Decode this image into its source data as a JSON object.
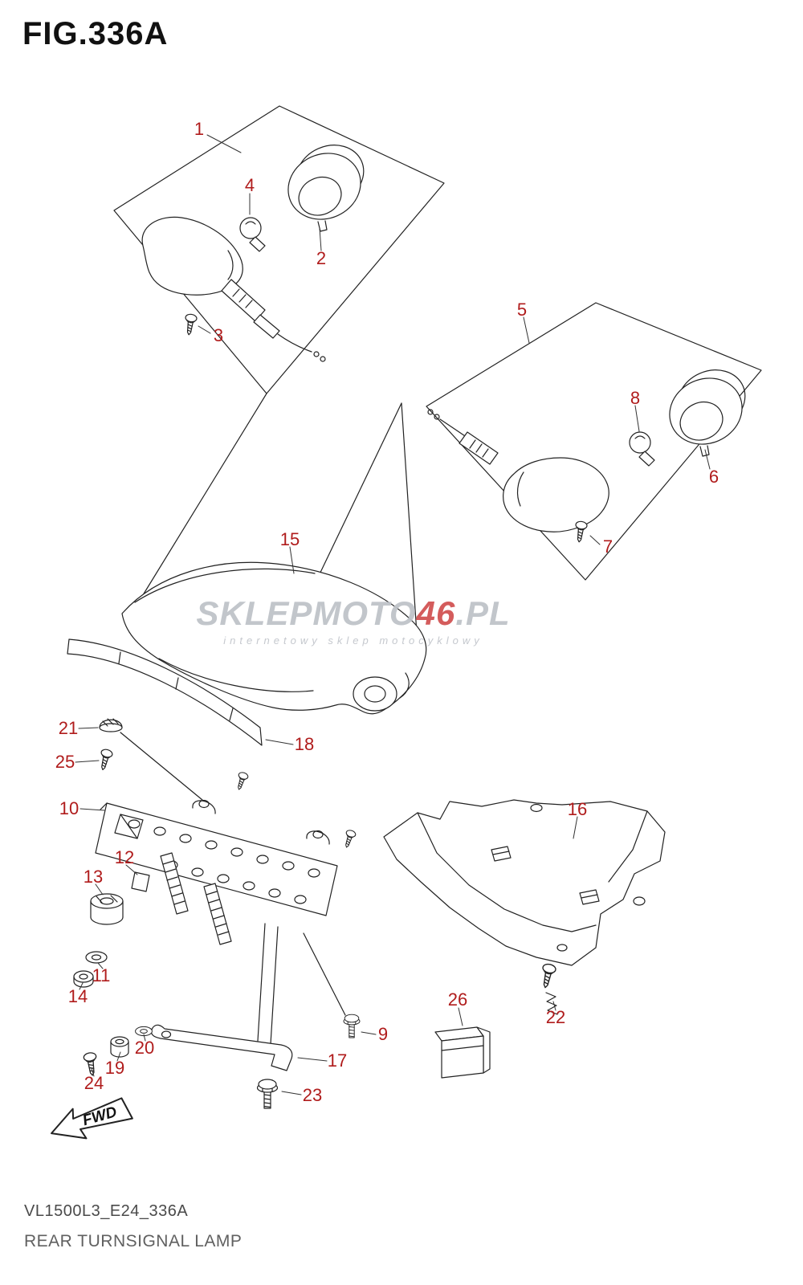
{
  "figure": {
    "title": "FIG.336A",
    "code": "VL1500L3_E24_336A",
    "caption": "REAR TURNSIGNAL LAMP",
    "fwd_label": "FWD"
  },
  "watermark": {
    "part1": "SKLEPMOTO",
    "accent": "46",
    "part2": ".PL",
    "subtitle": "internetowy sklep motocyklowy"
  },
  "colors": {
    "part_number": "#b01c1c",
    "line": "#222222",
    "watermark_gray": "#bfc3c9",
    "watermark_accent": "#d25454"
  },
  "parts": [
    "1",
    "2",
    "3",
    "4",
    "5",
    "6",
    "7",
    "8",
    "9",
    "10",
    "11",
    "12",
    "13",
    "14",
    "15",
    "16",
    "17",
    "18",
    "19",
    "20",
    "21",
    "22",
    "23",
    "24",
    "25",
    "26"
  ]
}
